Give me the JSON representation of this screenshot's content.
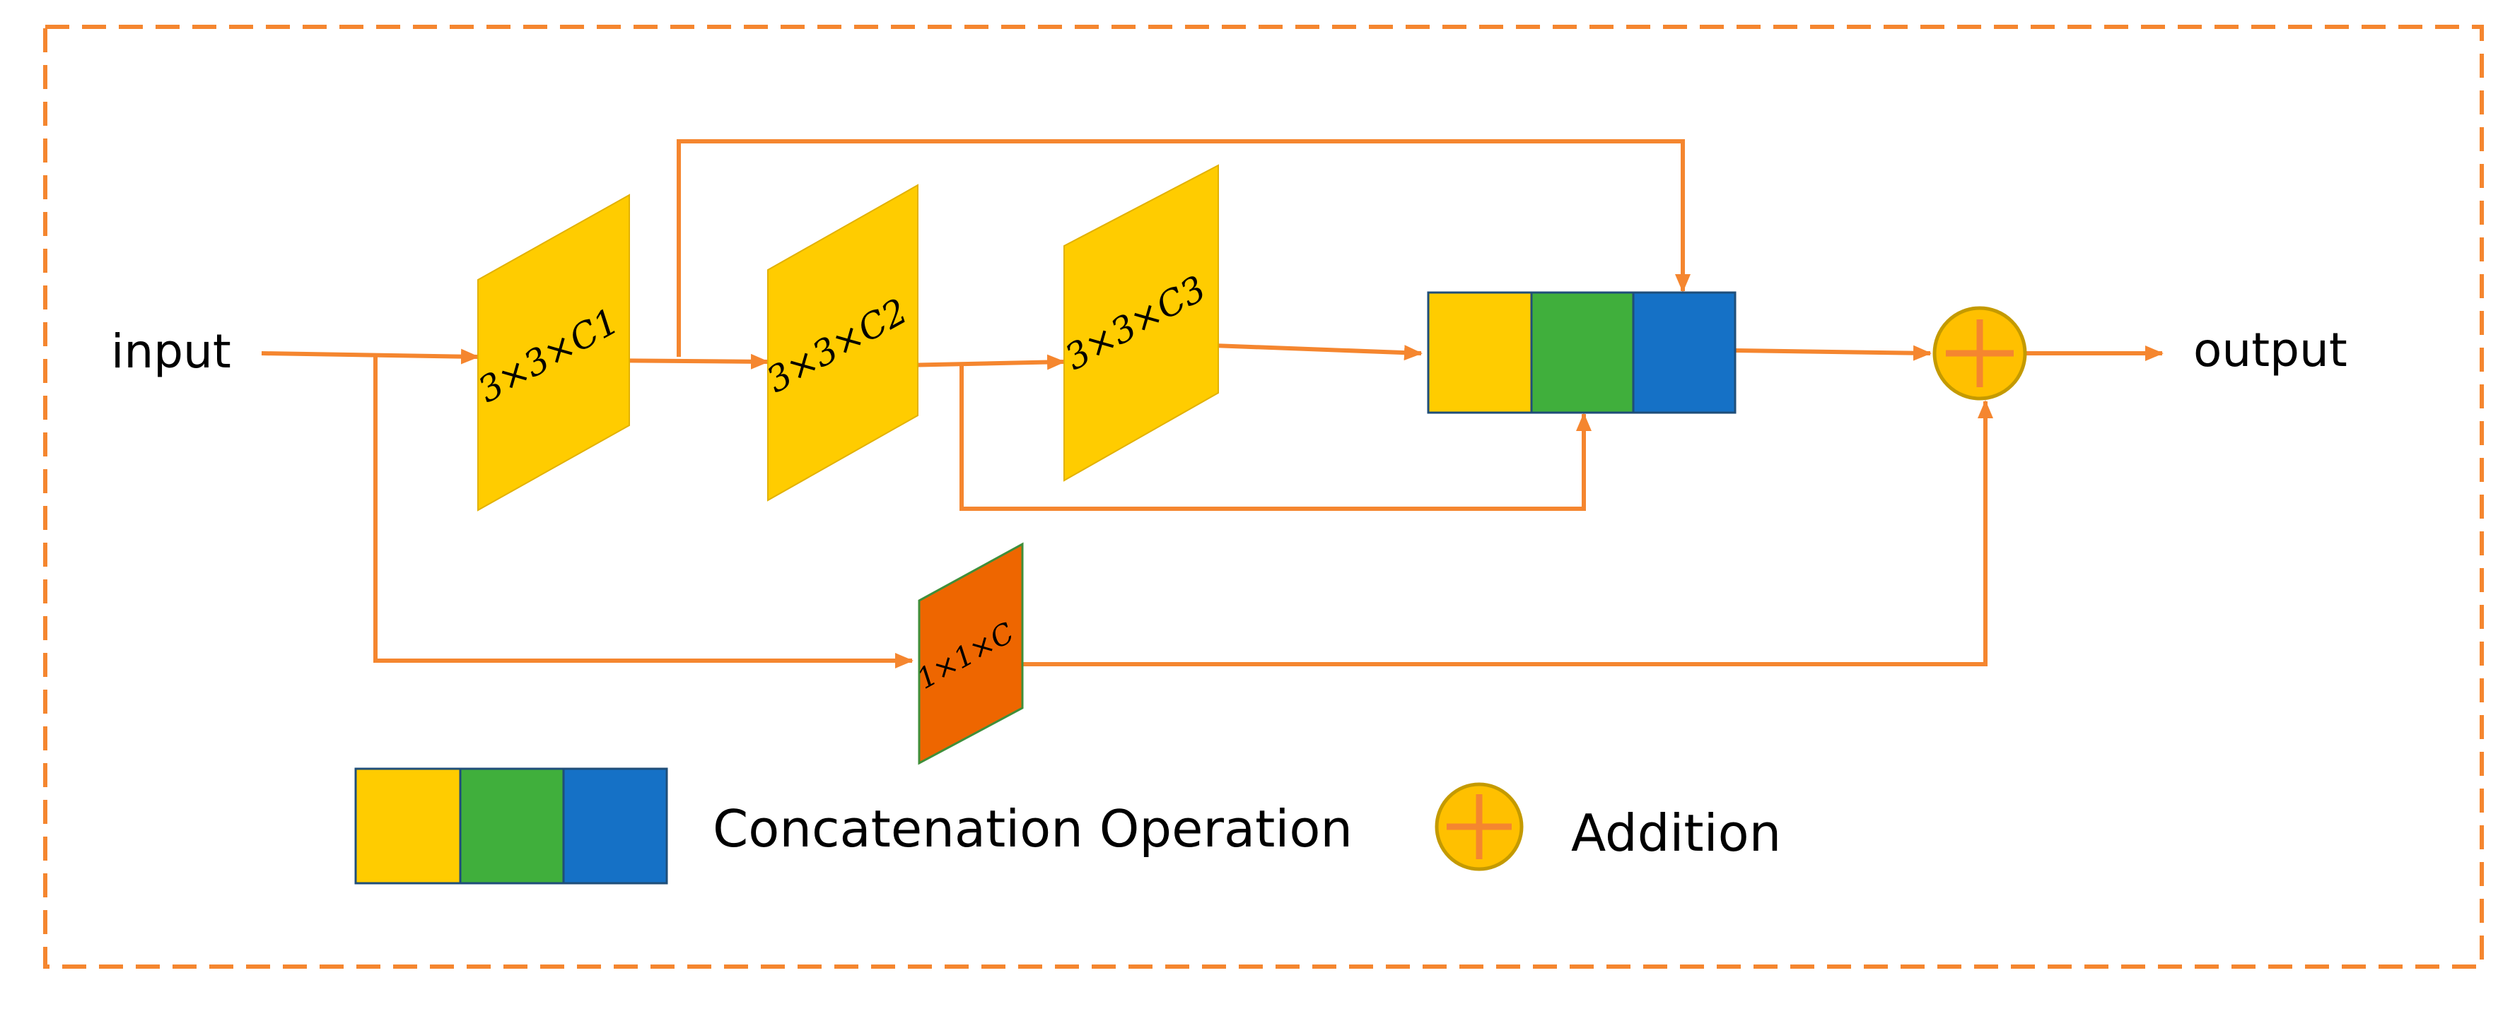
{
  "labels": {
    "input": "input",
    "output": "output"
  },
  "conv_blocks": [
    {
      "label": "3×3×C1",
      "color": "#FFCC00"
    },
    {
      "label": "3×3×C2",
      "color": "#FFCC00"
    },
    {
      "label": "3×3×C3",
      "color": "#FFCC00"
    },
    {
      "label": "1×1×C",
      "color": "#EE6600"
    }
  ],
  "concat_segment_colors": [
    "#FFCC00",
    "#40AF3C",
    "#1571C6"
  ],
  "legend": {
    "concatenation_label": "Concatenation Operation",
    "addition_label": "Addition"
  },
  "colors": {
    "arrow": "#F5862F",
    "frame": "#F5862F",
    "adder_fill": "#FFC000",
    "adder_stroke": "#C49A00",
    "adder_cross": "#F5862F"
  }
}
